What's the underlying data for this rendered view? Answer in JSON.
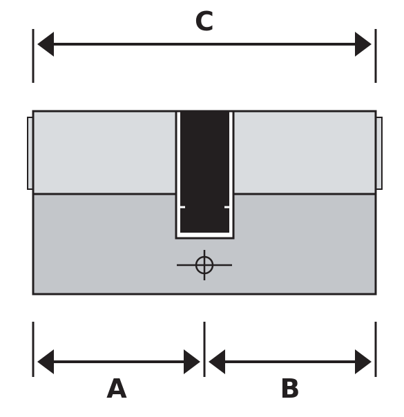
{
  "diagram": {
    "title": "",
    "labels": {
      "overall_length": "C",
      "left_half": "A",
      "right_half": "B"
    },
    "colors": {
      "outline": "#231f20",
      "body_top": "#d9dcdf",
      "body_bottom": "#c3c6ca",
      "cam": "#231f20",
      "background": "#ffffff"
    }
  }
}
